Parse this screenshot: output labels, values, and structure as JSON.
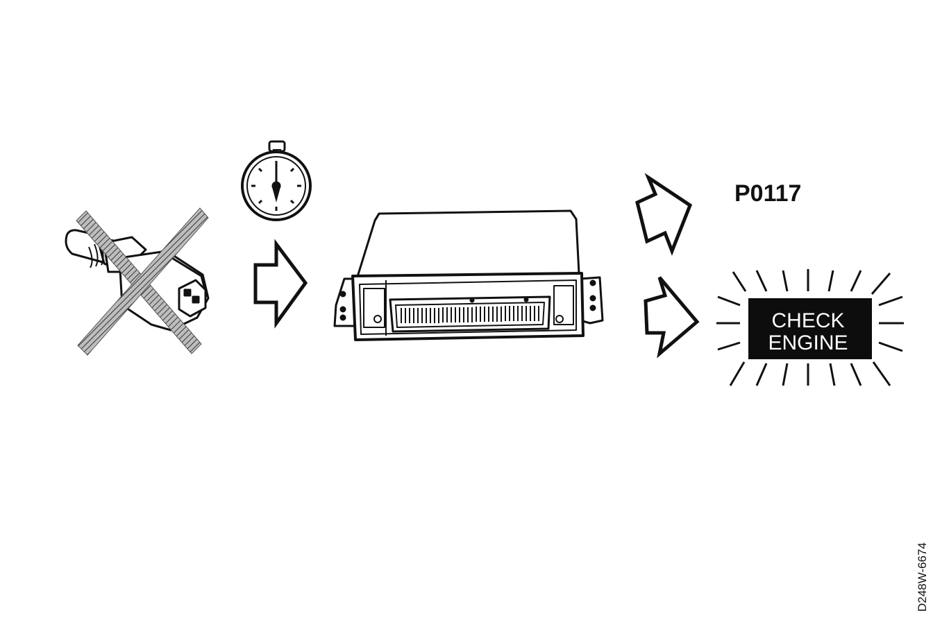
{
  "diagram": {
    "dtc_code": "P0117",
    "warning_lamp": {
      "line1": "CHECK",
      "line2": "ENGINE"
    },
    "figure_id": "D248W-6674"
  },
  "icons": {
    "sensor": "coolant-temperature-sensor-icon",
    "cross": "cross-out-icon",
    "timer": "stopwatch-icon",
    "ecu": "engine-control-module-icon",
    "arrows": "right-arrow-icon",
    "lamp": "check-engine-lamp-icon"
  },
  "colors": {
    "ink": "#111111",
    "paper": "#ffffff",
    "lamp_panel": "#0d0d0d",
    "cross_hatch": "#8c8c8c"
  }
}
